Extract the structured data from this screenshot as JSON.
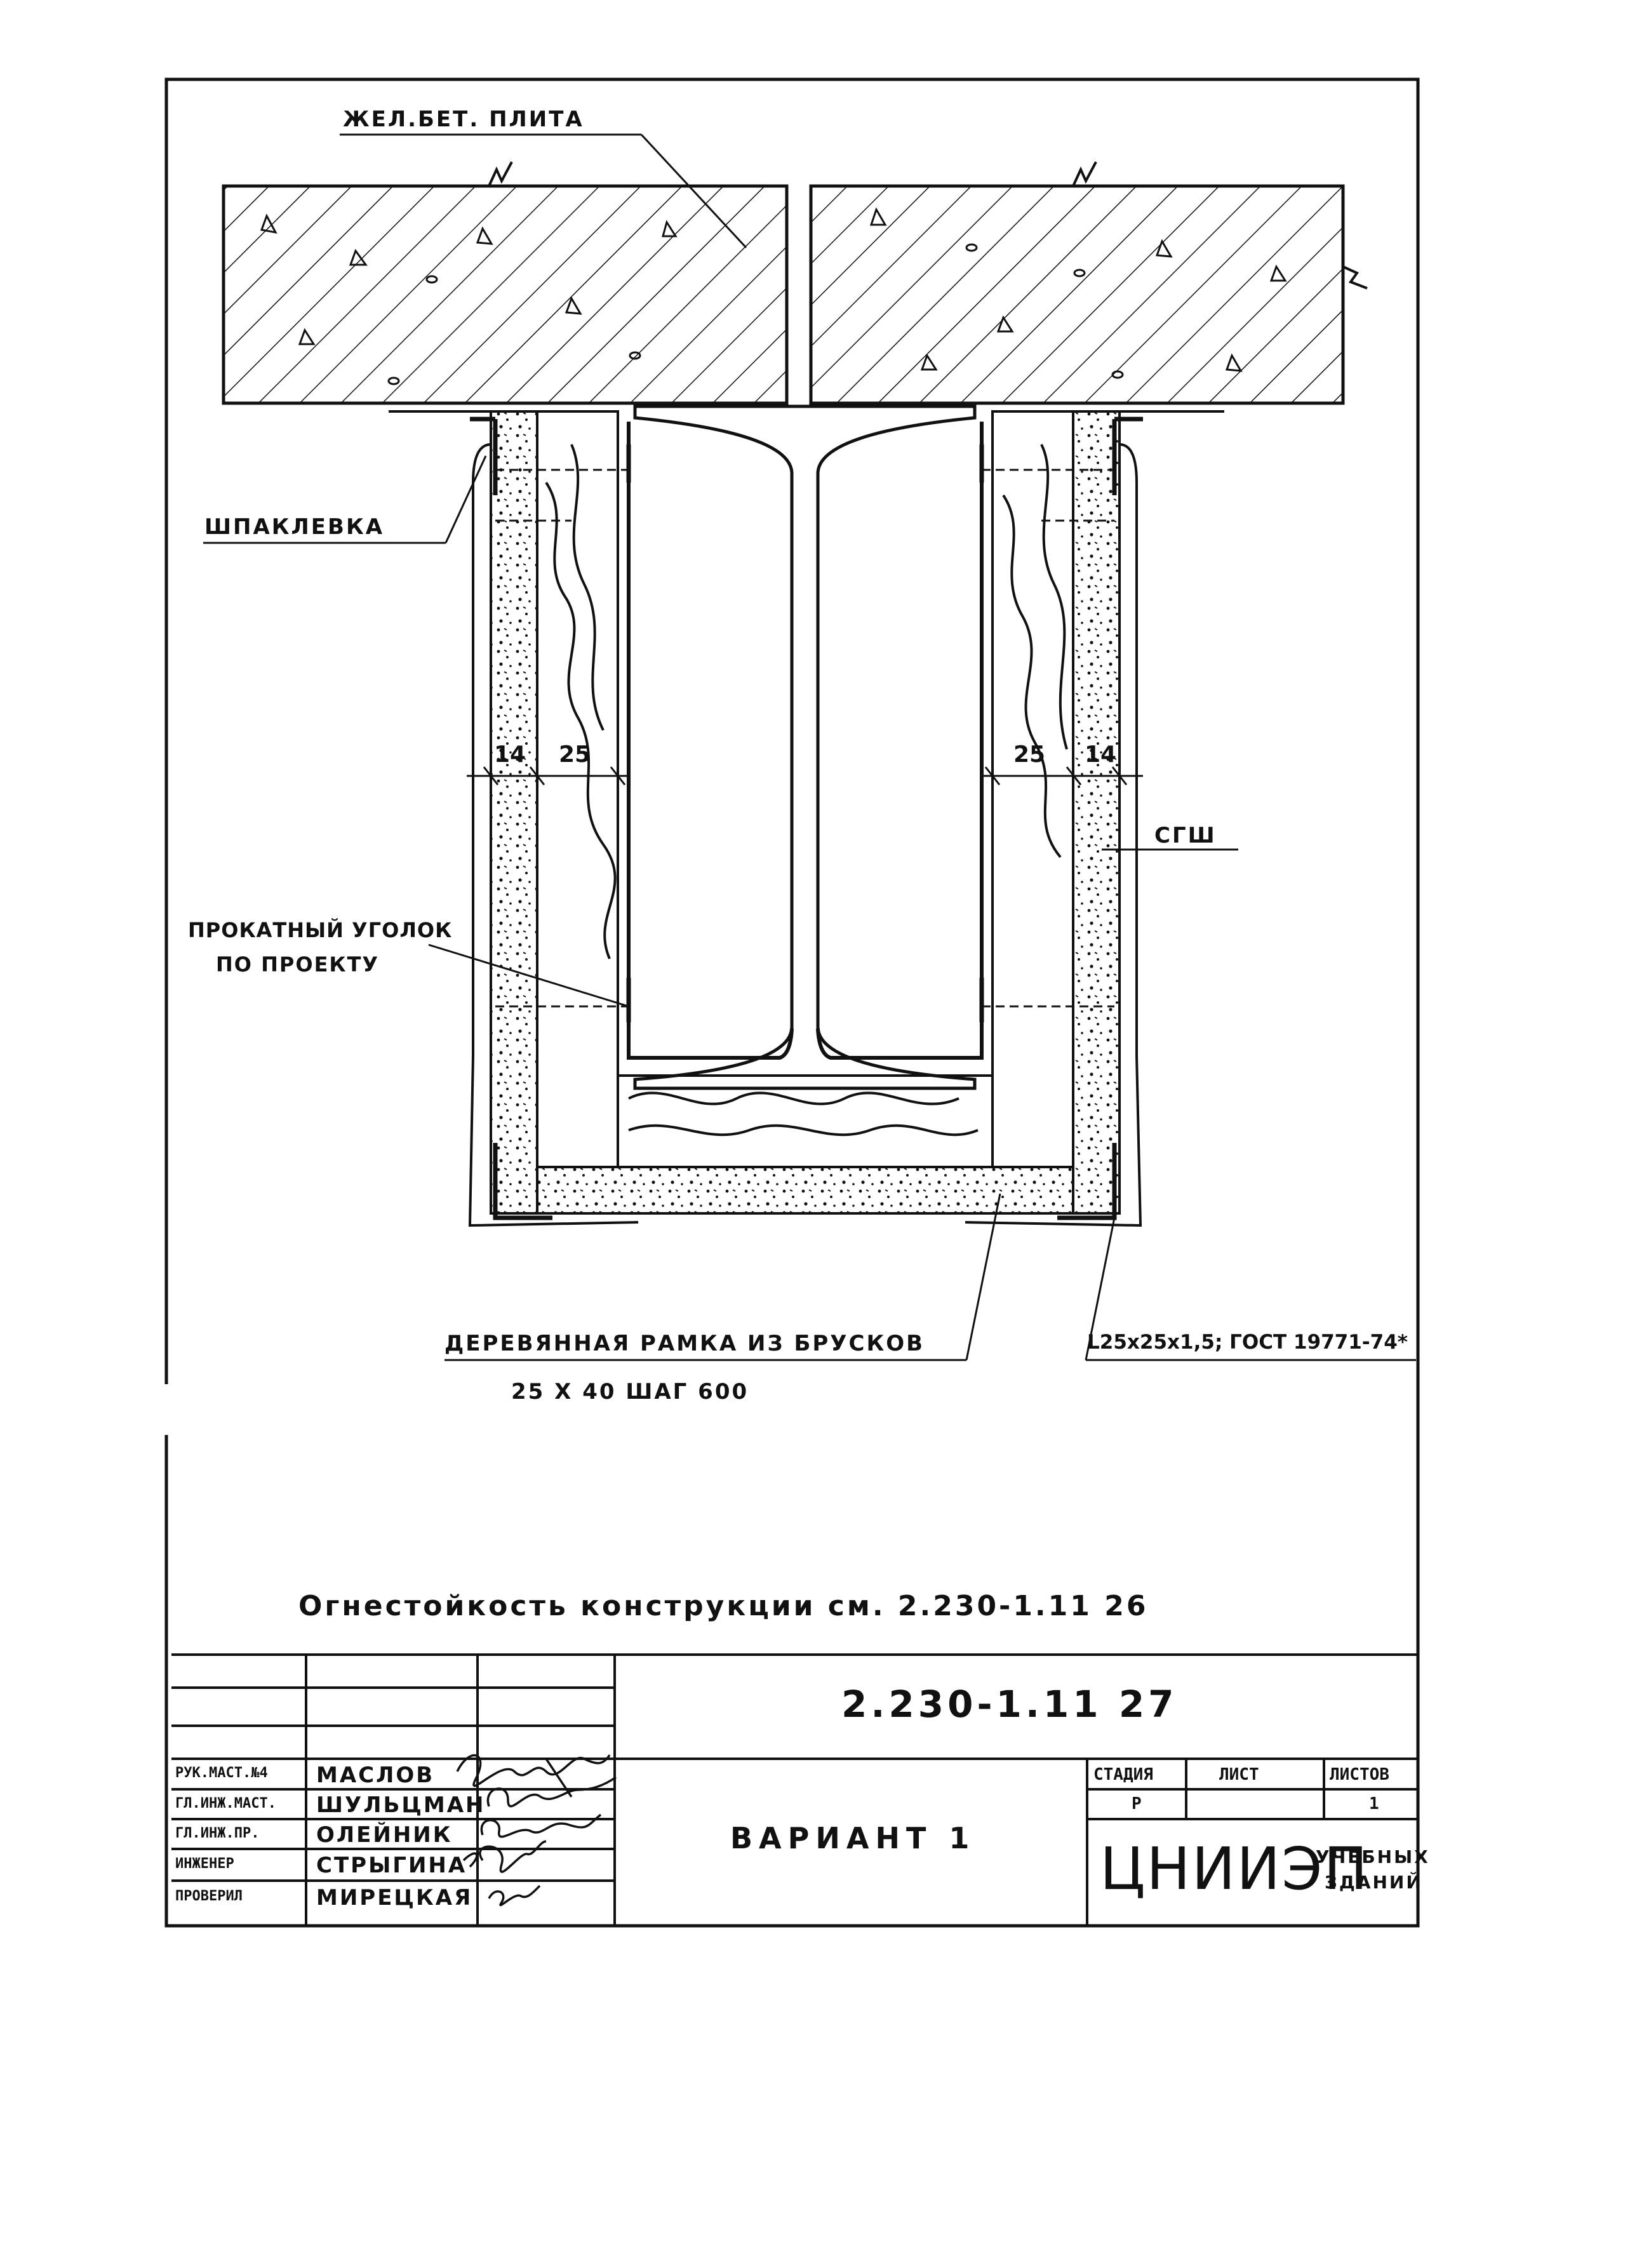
{
  "drawing": {
    "labels": {
      "slab": "ЖЕЛ.БЕТ. ПЛИТА",
      "putty": "ШПАКЛЕВКА",
      "board": "СГШ",
      "angle_line1": "ПРОКАТНЫЙ УГОЛОК",
      "angle_line2": "ПО ПРОЕКТУ",
      "frame_line1": "ДЕРЕВЯННАЯ РАМКА ИЗ БРУСКОВ",
      "frame_line2": "25 Х 40  ШАГ  600",
      "angle_spec": "L25х25х1,5; ГОСТ 19771-74*"
    },
    "dimensions": {
      "left_board": "14",
      "left_wood": "25",
      "right_wood": "25",
      "right_board": "14"
    },
    "note": "Огнестойкость конструкции см. 2.230-1.11 26",
    "colors": {
      "ink": "#111111",
      "paper": "#ffffff"
    }
  },
  "title_block": {
    "code": "2.230-1.11 27",
    "sheet_name": "ВАРИАНТ 1",
    "stage_header": "СТАДИЯ",
    "sheet_header": "ЛИСТ",
    "sheets_header": "ЛИСТОВ",
    "stage_value": "Р",
    "sheet_value": "",
    "sheets_value": "1",
    "organization": "ЦНИИЭП",
    "organization_sub_line1": "УЧЕБНЫХ",
    "organization_sub_line2": "ЗДАНИЙ",
    "staff": [
      {
        "role": "РУК.МАСТ.№4",
        "name": "МАСЛОВ"
      },
      {
        "role": "ГЛ.ИНЖ.МАСТ.",
        "name": "ШУЛЬЦМАН"
      },
      {
        "role": "ГЛ.ИНЖ.ПР.",
        "name": "ОЛЕЙНИК"
      },
      {
        "role": "ИНЖЕНЕР",
        "name": "СТРЫГИНА"
      },
      {
        "role": "ПРОВЕРИЛ",
        "name": "МИРЕЦКАЯ"
      }
    ]
  }
}
